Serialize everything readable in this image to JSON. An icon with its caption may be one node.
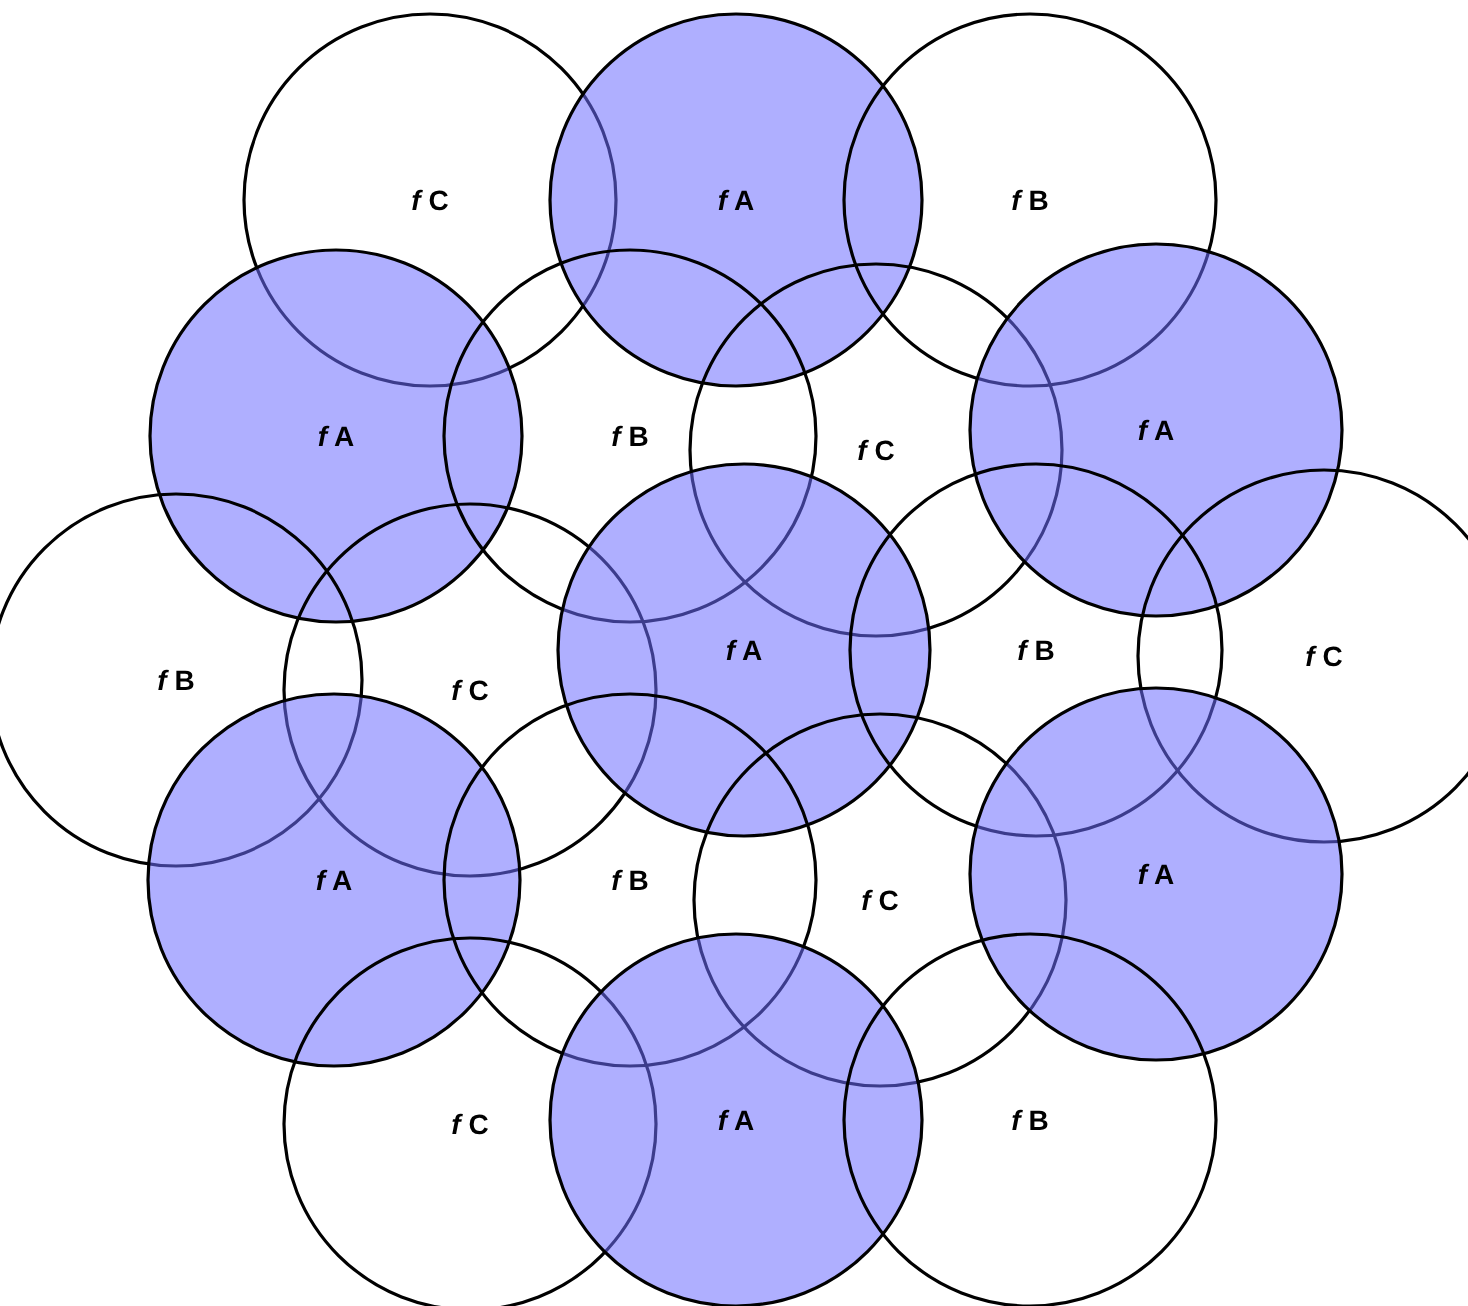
{
  "diagram": {
    "nodes": [
      {
        "text": [
          "*f* C"
        ]
      },
      {
        "text": [
          "*f* A"
        ]
      },
      {
        "text": [
          "*f* B"
        ]
      },
      {
        "text": [
          "*f* A"
        ]
      },
      {
        "text": [
          "*f* B"
        ]
      },
      {
        "text": [
          "*f* C"
        ]
      },
      {
        "text": [
          "*f* A"
        ]
      },
      {
        "text": [
          "*f* B"
        ]
      },
      {
        "text": [
          "*f* C"
        ]
      },
      {
        "text": [
          "*f* A"
        ]
      },
      {
        "text": [
          "*f* B"
        ]
      },
      {
        "text": [
          "*f* C"
        ]
      },
      {
        "text": [
          "*f* A"
        ]
      },
      {
        "text": [
          "*f* B"
        ]
      },
      {
        "text": [
          "*f* C"
        ]
      },
      {
        "text": [
          "*f* A"
        ]
      },
      {
        "text": [
          "*f* C"
        ]
      },
      {
        "text": [
          "*f* A"
        ]
      },
      {
        "text": [
          "*f* B"
        ]
      }
    ]
  }
}
